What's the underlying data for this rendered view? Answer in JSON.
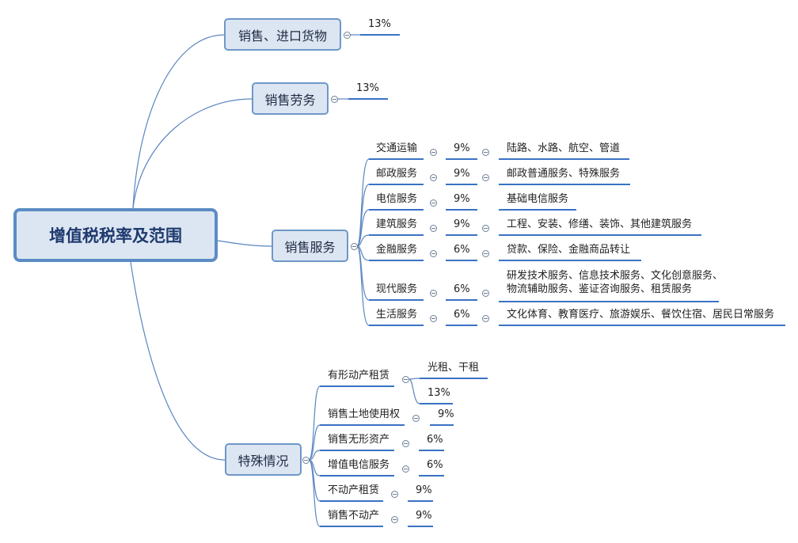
{
  "root": {
    "label": "增值税税率及范围"
  },
  "branches": {
    "goods": {
      "label": "销售、进口货物",
      "rate": "13%"
    },
    "labor": {
      "label": "销售劳务",
      "rate": "13%"
    },
    "service": {
      "label": "销售服务"
    },
    "special": {
      "label": "特殊情况"
    }
  },
  "services": [
    {
      "name": "交通运输",
      "rate": "9%",
      "scope": "陆路、水路、航空、管道"
    },
    {
      "name": "邮政服务",
      "rate": "9%",
      "scope": "邮政普通服务、特殊服务"
    },
    {
      "name": "电信服务",
      "rate": "9%",
      "scope": "基础电信服务"
    },
    {
      "name": "建筑服务",
      "rate": "9%",
      "scope": "工程、安装、修缮、装饰、其他建筑服务"
    },
    {
      "name": "金融服务",
      "rate": "6%",
      "scope": "贷款、保险、金融商品转让"
    },
    {
      "name": "现代服务",
      "rate": "6%",
      "scope": "研发技术服务、信息技术服务、文化创意服务、物流辅助服务、鉴证咨询服务、租赁服务"
    },
    {
      "name": "生活服务",
      "rate": "6%",
      "scope": "文化体育、教育医疗、旅游娱乐、餐饮住宿、居民日常服务"
    }
  ],
  "special": [
    {
      "name": "有形动产租赁",
      "children": [
        "光租、干租",
        "13%"
      ]
    },
    {
      "name": "销售土地使用权",
      "rate": "9%"
    },
    {
      "name": "销售无形资产",
      "rate": "6%"
    },
    {
      "name": "增值电信服务",
      "rate": "6%"
    },
    {
      "name": "不动产租赁",
      "rate": "9%"
    },
    {
      "name": "销售不动产",
      "rate": "9%"
    }
  ]
}
